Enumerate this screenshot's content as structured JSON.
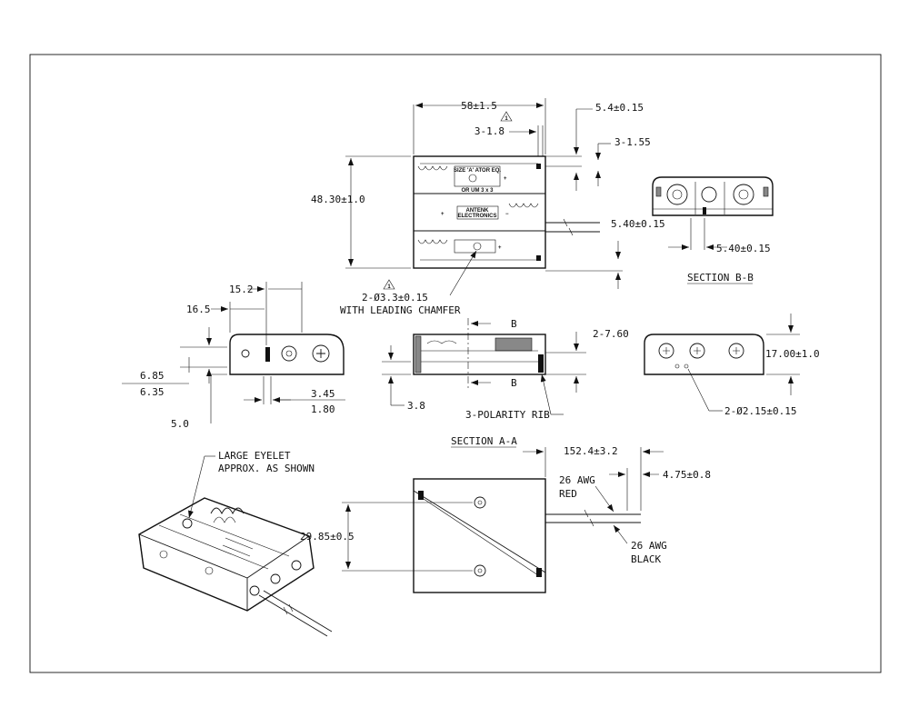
{
  "top_view": {
    "width_dim": "58±1.5",
    "eyelet_dim": "3-1.8",
    "terminal_dim": "5.4±0.15",
    "wire_dim": "3-1.55",
    "height_dim": "48.30±1.0",
    "spacing_dim": "5.40±0.15",
    "hole_dim": "2-Ø3.3±0.15",
    "chamfer_note": "WITH LEADING CHAMFER",
    "rev_mark": "1",
    "cell_text_top": "SIZE 'A' ATOR EQ.",
    "cell_text_top2": "OR UM 3 x 3",
    "cell_text_mid": "ANTENK",
    "cell_text_mid2": "ELECTRONICS",
    "plus": "+",
    "minus": "−"
  },
  "section_bb": {
    "title": "SECTION B-B",
    "dim": "5.40±0.15"
  },
  "left_view": {
    "dim_a": "15.2",
    "dim_b": "16.5",
    "dim_c": "6.85",
    "dim_d": "6.35",
    "dim_e": "3.45",
    "dim_f": "1.80",
    "dim_g": "5.0"
  },
  "section_aa": {
    "title": "SECTION A-A",
    "marker": "B",
    "rib_dim": "2-7.60",
    "height_dim": "3.8",
    "rib_note": "3-POLARITY RIB"
  },
  "right_view": {
    "height_dim": "17.00±1.0",
    "hole_dim": "2-Ø2.15±0.15"
  },
  "bottom_view": {
    "length_dim": "152.4±3.2",
    "strip_dim": "4.75±0.8",
    "hole_dim": "29.85±0.5",
    "red_wire_1": "26 AWG",
    "red_wire_2": "RED",
    "black_wire_1": "26 AWG",
    "black_wire_2": "BLACK"
  },
  "iso_view": {
    "note_1": "LARGE EYELET",
    "note_2": "APPROX. AS SHOWN"
  }
}
